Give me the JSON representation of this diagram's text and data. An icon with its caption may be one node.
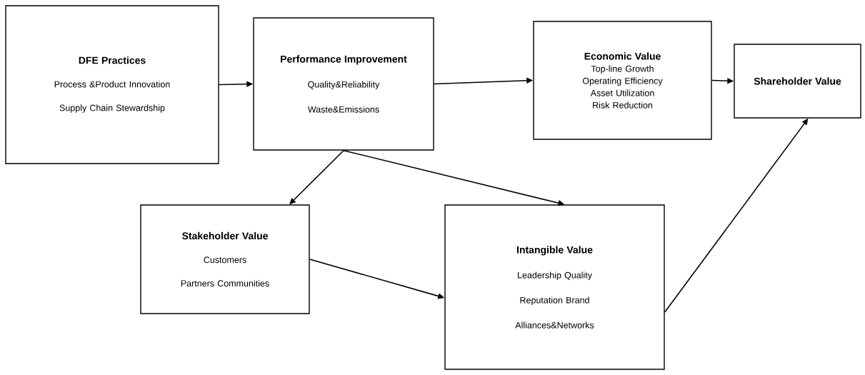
{
  "diagram": {
    "nodes": [
      {
        "text": [
          "DFE Practices",
          "Process &Product Innovation",
          "Supply Chain Stewardship"
        ]
      },
      {
        "text": [
          "Performance Improvement",
          "Quality&Reliability",
          "Waste&Emissions"
        ]
      },
      {
        "text": [
          "Economic Value",
          "Top-line Growth",
          "Operating Efficiency",
          "Asset Utilization",
          "Risk Reduction"
        ]
      },
      {
        "text": [
          "Shareholder Value"
        ]
      },
      {
        "text": [
          "Stakeholder Value",
          "Customers",
          "Partners Communities"
        ]
      },
      {
        "text": [
          "Intangible Value",
          "Leadership Quality",
          "Reputation Brand",
          "Alliances&Networks"
        ]
      }
    ],
    "edges": [
      {
        "from": 0,
        "to": 1,
        "arrow": "to"
      },
      {
        "from": 1,
        "to": 2,
        "arrow": "to"
      },
      {
        "from": 2,
        "to": 3,
        "arrow": "to"
      },
      {
        "from": 1,
        "to": 4,
        "arrow": "to"
      },
      {
        "from": 1,
        "to": 5,
        "arrow": "to"
      },
      {
        "from": 4,
        "to": 5,
        "arrow": "to"
      },
      {
        "from": 5,
        "to": 3,
        "arrow": "to"
      }
    ]
  }
}
